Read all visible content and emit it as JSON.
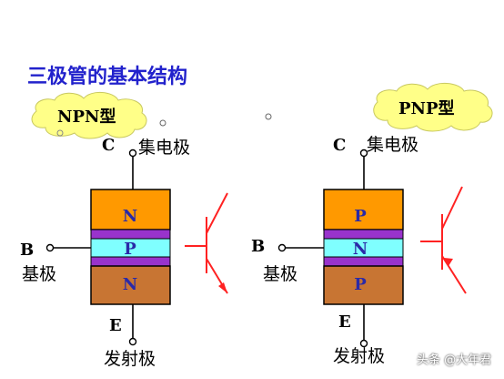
{
  "title": "三极管的基本结构",
  "watermark": "头条 @大年君",
  "colors": {
    "n_region": "#ff9900",
    "p_region_npn": "#7fffff",
    "pn_layer_npn": "#9933cc",
    "p_region": "#ff9900",
    "n_region_pnp": "#7fffff",
    "pn_layer_pnp": "#9933cc",
    "bottom_region": "#c87533",
    "symbol_red": "#ff2222",
    "cloud": "#ffff88",
    "region_text": "#2a2aa8"
  },
  "npn": {
    "type_label": "NPN型",
    "collector_letter": "C",
    "collector_name": "集电极",
    "base_letter": "B",
    "base_name": "基极",
    "emitter_letter": "E",
    "emitter_name": "发射极",
    "layers": [
      "N",
      "P",
      "N"
    ]
  },
  "pnp": {
    "type_label": "PNP型",
    "collector_letter": "C",
    "collector_name": "集电极",
    "base_letter": "B",
    "base_name": "基极",
    "emitter_letter": "E",
    "emitter_name": "发射极",
    "layers": [
      "P",
      "N",
      "P"
    ]
  }
}
